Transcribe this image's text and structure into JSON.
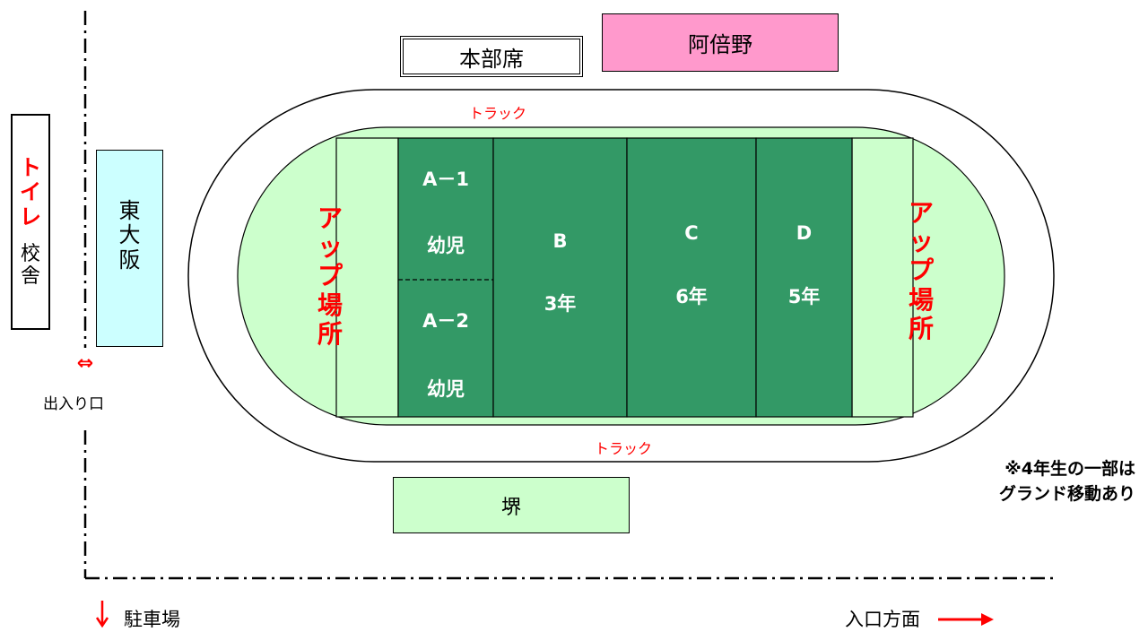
{
  "toilet": {
    "label_red": [
      "ト",
      "イ",
      "レ"
    ],
    "label_black": [
      "校",
      "舎"
    ]
  },
  "higashi_osaka": {
    "label": [
      "東",
      "大",
      "阪"
    ]
  },
  "entrance": {
    "arrow": "⇔",
    "label": "出入り口"
  },
  "hq": {
    "label": "本部席"
  },
  "abeno": {
    "label": "阿倍野"
  },
  "sakai": {
    "label": "堺"
  },
  "track": {
    "top_label": "トラック",
    "bottom_label": "トラック"
  },
  "warmup": {
    "left": [
      "ア",
      "ッ",
      "プ",
      "場",
      "所"
    ],
    "right": [
      "ア",
      "ッ",
      "プ",
      "場",
      "所"
    ]
  },
  "fields": {
    "a1": {
      "name": "A－1",
      "group": "幼児"
    },
    "a2": {
      "name": "A－2",
      "group": "幼児"
    },
    "b": {
      "name": "B",
      "group": "3年"
    },
    "c": {
      "name": "C",
      "group": "6年"
    },
    "d": {
      "name": "D",
      "group": "5年"
    }
  },
  "note": {
    "line1": "※4年生の一部は",
    "line2": "グランド移動あり"
  },
  "parking": {
    "arrow": "↓",
    "label": "駐車場"
  },
  "entry_direction": {
    "label": "入口方面",
    "arrow": "⟶"
  },
  "colors": {
    "field_green": "#339966",
    "light_green": "#ccffcc",
    "pink": "#ff99cc",
    "light_cyan": "#ccffff",
    "red": "#ff0000"
  }
}
